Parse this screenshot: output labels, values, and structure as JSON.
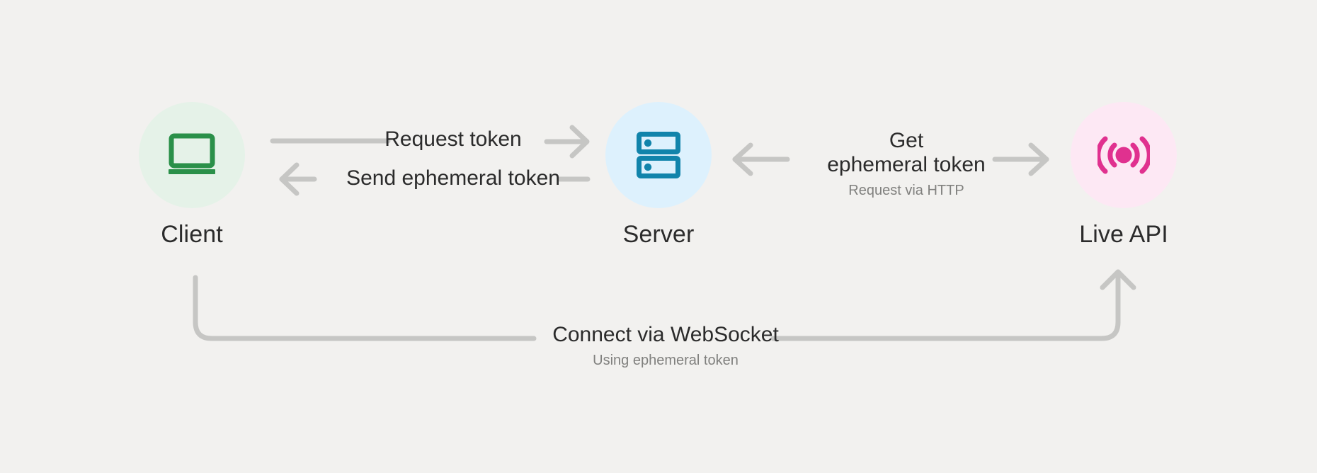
{
  "diagram": {
    "background_color": "#f2f1ef",
    "line_color": "#c6c6c4",
    "text_color": "#2b2b2b",
    "subtext_color": "#80807e",
    "nodes": [
      {
        "id": "client",
        "label": "Client",
        "icon": "laptop-icon",
        "icon_color": "#2a9049",
        "circle_color": "#e5f2e8"
      },
      {
        "id": "server",
        "label": "Server",
        "icon": "server-icon",
        "icon_color": "#1184ab",
        "circle_color": "#ddf1fd"
      },
      {
        "id": "liveapi",
        "label": "Live API",
        "icon": "broadcast-icon",
        "icon_color": "#e0318f",
        "circle_color": "#fde8f4"
      }
    ],
    "edges": [
      {
        "id": "request-token",
        "label": "Request token",
        "sublabel": "",
        "from": "client",
        "to": "server",
        "direction": "right"
      },
      {
        "id": "send-ephemeral-token",
        "label": "Send ephemeral token",
        "sublabel": "",
        "from": "server",
        "to": "client",
        "direction": "left"
      },
      {
        "id": "get-ephemeral-token",
        "label_line1": "Get",
        "label_line2": "ephemeral token",
        "sublabel": "Request via HTTP",
        "from": "server",
        "to": "liveapi",
        "direction": "bidirectional"
      },
      {
        "id": "connect-websocket",
        "label": "Connect via WebSocket",
        "sublabel": "Using ephemeral token",
        "from": "client",
        "to": "liveapi",
        "direction": "right"
      }
    ]
  }
}
